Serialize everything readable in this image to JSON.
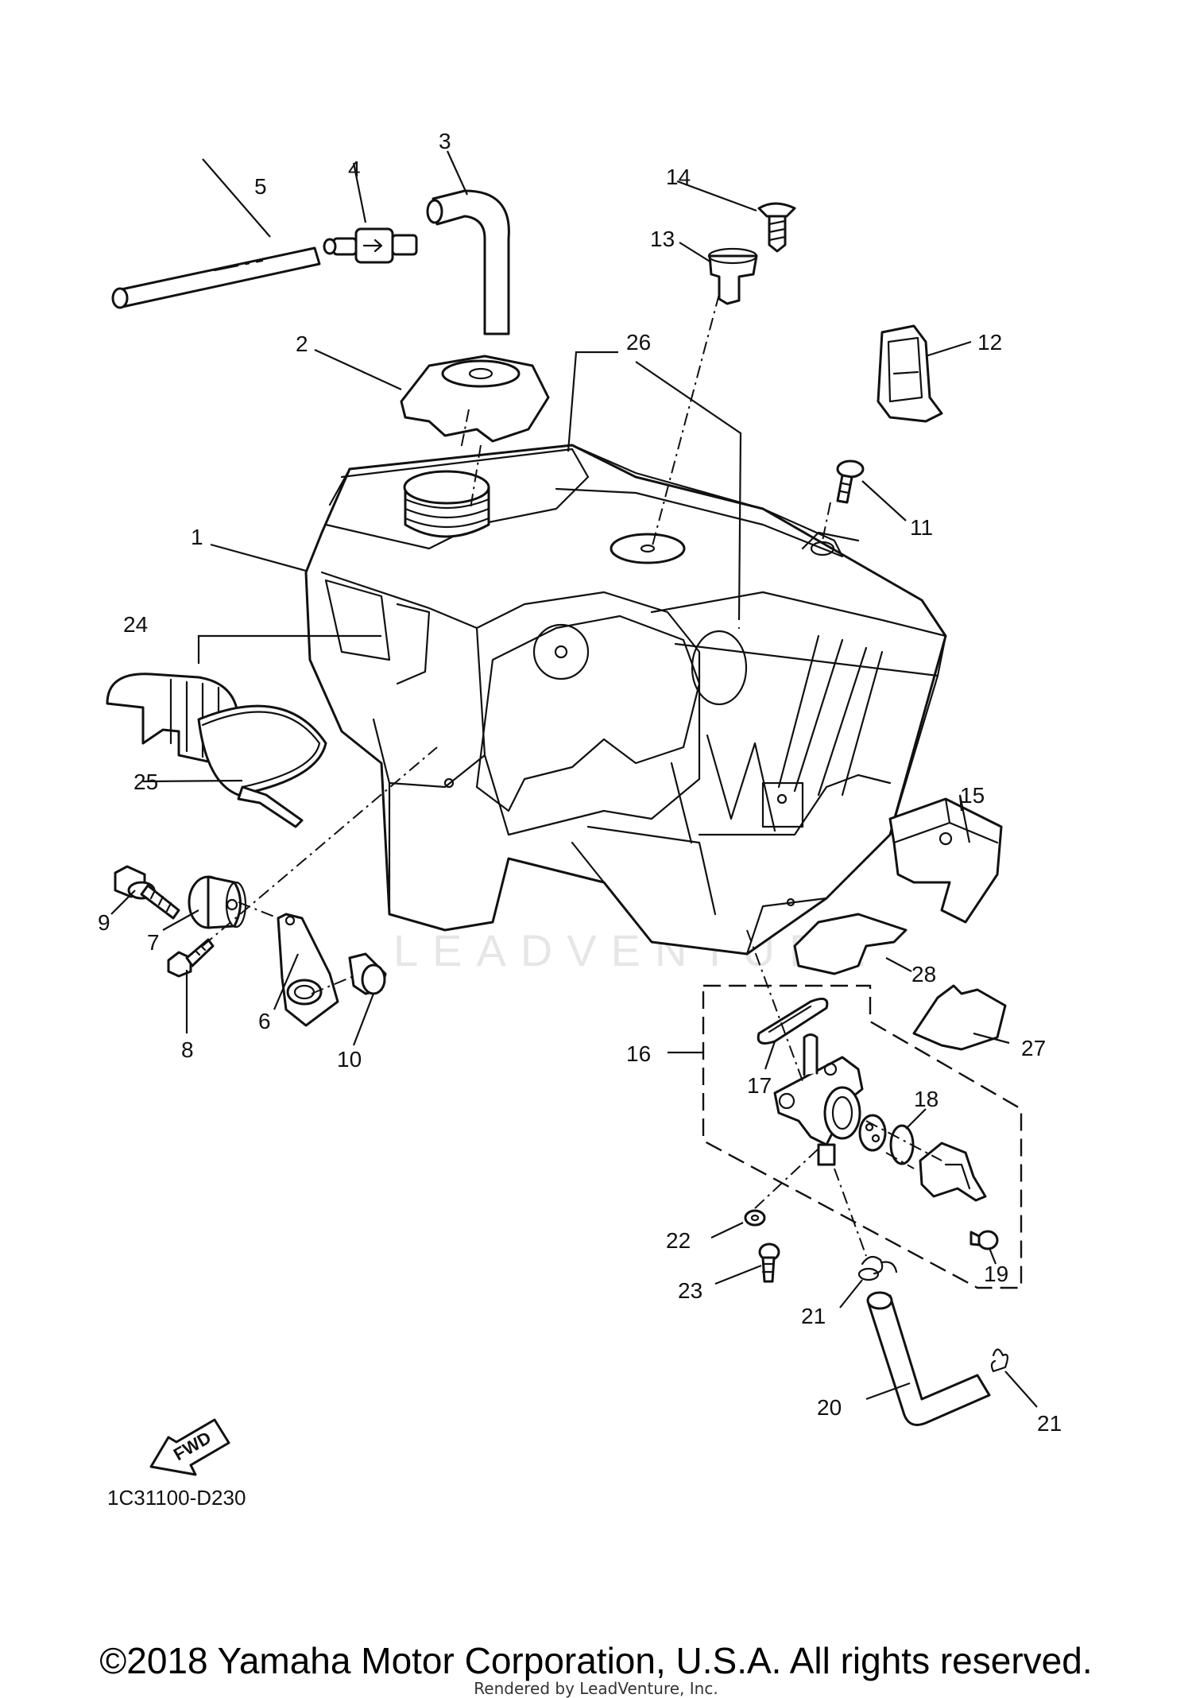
{
  "diagram": {
    "callouts": [
      {
        "id": "c1",
        "label": "1"
      },
      {
        "id": "c2",
        "label": "2"
      },
      {
        "id": "c3",
        "label": "3"
      },
      {
        "id": "c4",
        "label": "4"
      },
      {
        "id": "c5",
        "label": "5"
      },
      {
        "id": "c6",
        "label": "6"
      },
      {
        "id": "c7",
        "label": "7"
      },
      {
        "id": "c8",
        "label": "8"
      },
      {
        "id": "c9",
        "label": "9"
      },
      {
        "id": "c10",
        "label": "10"
      },
      {
        "id": "c11",
        "label": "11"
      },
      {
        "id": "c12",
        "label": "12"
      },
      {
        "id": "c13",
        "label": "13"
      },
      {
        "id": "c14",
        "label": "14"
      },
      {
        "id": "c15",
        "label": "15"
      },
      {
        "id": "c16",
        "label": "16"
      },
      {
        "id": "c17",
        "label": "17"
      },
      {
        "id": "c18",
        "label": "18"
      },
      {
        "id": "c19",
        "label": "19"
      },
      {
        "id": "c20",
        "label": "20"
      },
      {
        "id": "c21a",
        "label": "21"
      },
      {
        "id": "c21b",
        "label": "21"
      },
      {
        "id": "c22",
        "label": "22"
      },
      {
        "id": "c23",
        "label": "23"
      },
      {
        "id": "c24",
        "label": "24"
      },
      {
        "id": "c25",
        "label": "25"
      },
      {
        "id": "c26",
        "label": "26"
      },
      {
        "id": "c27",
        "label": "27"
      },
      {
        "id": "c28",
        "label": "28"
      }
    ],
    "fwd_label": "FWD",
    "diagram_code": "1C31100-D230",
    "watermark": "LEADVENTURE"
  },
  "footer": {
    "copyright": "©2018 Yamaha Motor Corporation, U.S.A. All rights reserved.",
    "rendered_by": "Rendered by LeadVenture, Inc."
  }
}
